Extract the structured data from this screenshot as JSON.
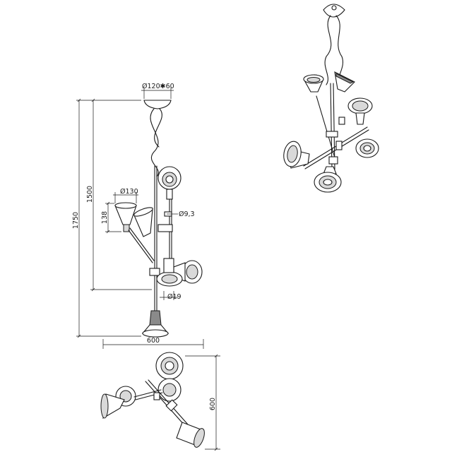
{
  "dimensions": {
    "canopy": "Ø120✱60",
    "total_height": "1750",
    "suspension_height": "1500",
    "shade_height": "138",
    "shade_diameter": "Ø130",
    "rod_diameter": "Ø9,3",
    "joint_diameter": "Ø19",
    "width_front": "600",
    "width_top": "600"
  },
  "colors": {
    "line": "#1a1a1a",
    "background": "#ffffff"
  }
}
